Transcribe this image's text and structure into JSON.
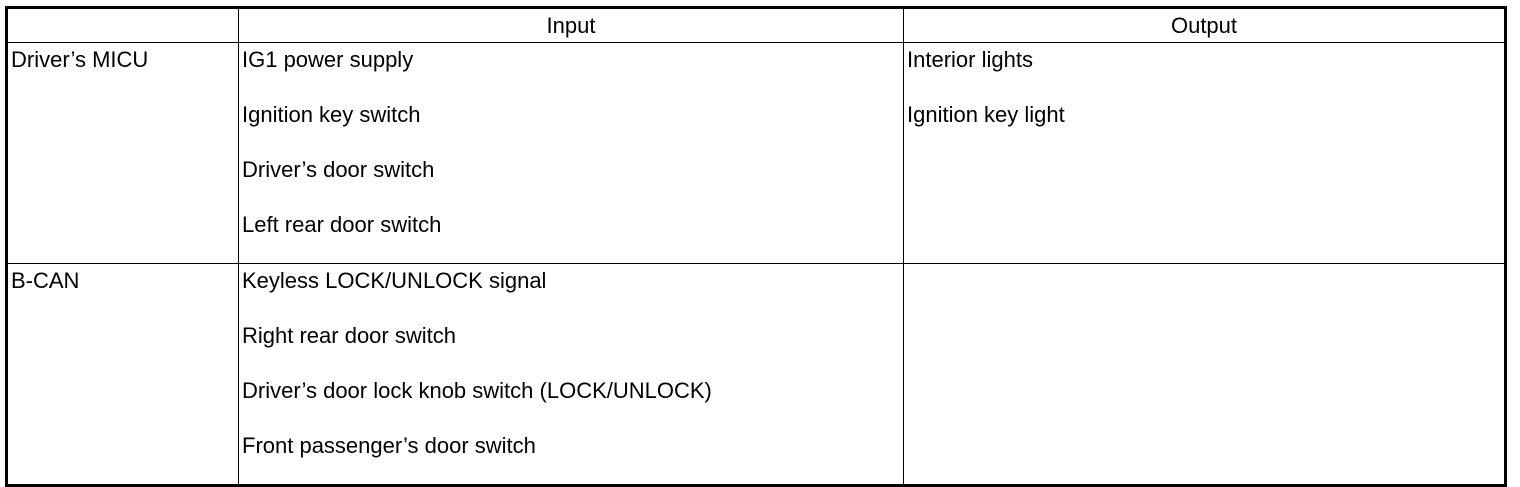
{
  "table": {
    "headers": [
      "",
      "Input",
      "Output"
    ],
    "rows": [
      {
        "label": "Driver’s MICU",
        "inputs": [
          "IG1 power supply",
          "Ignition key switch",
          "Driver’s door switch",
          "Left rear door switch"
        ],
        "outputs": [
          "Interior lights",
          "Ignition key light"
        ]
      },
      {
        "label": "B-CAN",
        "inputs": [
          "Keyless LOCK/UNLOCK signal",
          "Right rear door switch",
          "Driver’s door lock knob switch (LOCK/UNLOCK)",
          "Front passenger’s door switch"
        ],
        "outputs": []
      }
    ]
  }
}
